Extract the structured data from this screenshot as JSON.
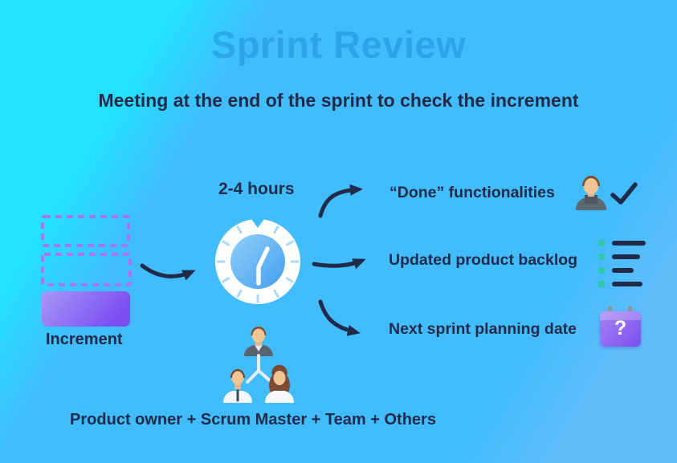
{
  "title": "Sprint Review",
  "subtitle": "Meeting at the end of the sprint to check the increment",
  "diagram": {
    "input": {
      "label": "Increment",
      "icon": "increment-ghost-boxes-icon"
    },
    "duration_label": "2-4 hours",
    "center_icon": "timer-clock-icon",
    "attendees_label": "Product owner + Scrum Master + Team + Others",
    "attendees_icon": "team-org-icon",
    "outputs": [
      {
        "label": "“Done” functionalities",
        "icon": "person-check-icon"
      },
      {
        "label": "Updated product backlog",
        "icon": "backlog-checklist-icon"
      },
      {
        "label": "Next sprint planning date",
        "icon": "calendar-question-icon"
      }
    ],
    "calendar_glyph": "?"
  },
  "colors": {
    "bg_cyan": "#23e1ff",
    "bg_blue": "#41bcfd",
    "bg_soft_blue": "#5fbef9",
    "text_navy": "#212b49",
    "title_watermark_blue": "#2fa5ea",
    "purple": "#8456f2",
    "teal_bullet": "#2cc8a9",
    "clock_face_blue": "#459ef0"
  }
}
